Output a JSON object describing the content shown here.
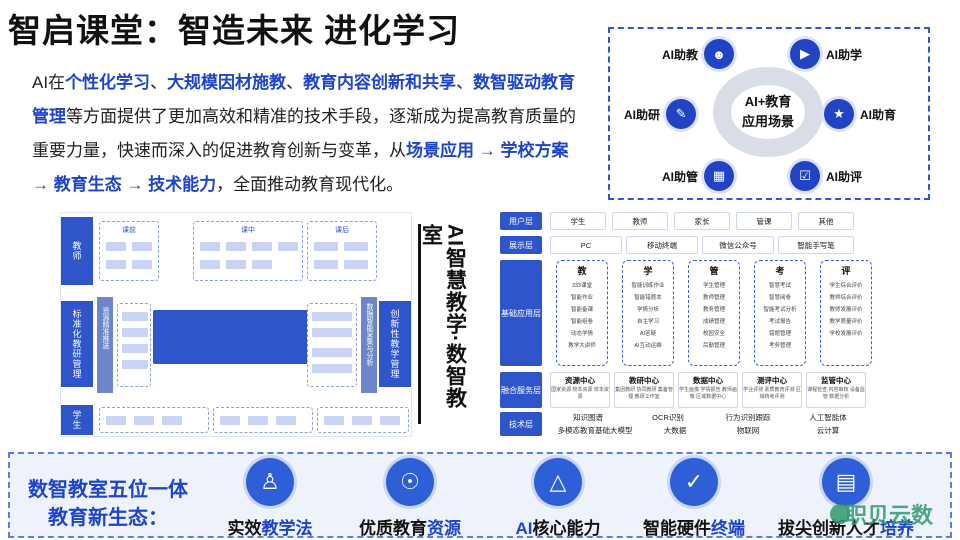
{
  "title": "智启课堂：智造未来 进化学习",
  "intro": {
    "p1": "AI在",
    "h1": "个性化学习",
    "s1": "、",
    "h2": "大规模因材施教",
    "s2": "、",
    "h3": "教育内容创新和共享",
    "s3": "、",
    "h4": "数智驱动教育管理",
    "p2": "等方面提供了更加高效和精准的技术手段，逐渐成为提高教育质量的重要力量，快速而深入的促进教育创新与变革，从",
    "h5": "场景应用 → 学校方案 → 教育生态 → 技术能力",
    "p3": "，全面推动教育现代化。"
  },
  "scene": {
    "center_line1": "AI+教育",
    "center_line2": "应用场景",
    "items": [
      "AI助教",
      "AI助学",
      "AI助研",
      "AI助育",
      "AI助管",
      "AI助评"
    ],
    "icons": [
      "teacher-icon",
      "video-icon",
      "research-icon",
      "medal-icon",
      "board-icon",
      "evaluation-icon"
    ]
  },
  "diagram": {
    "band_teacher": "教师",
    "band_standard": "标准化教研管理",
    "band_student": "学生",
    "tag_pre": "课前",
    "tag_in": "课中",
    "tag_post": "课后",
    "side_left": "资源精准推送",
    "side_right": "数据智能采集与分析",
    "band_right": "创新性教学管理"
  },
  "vertical_title": [
    "AI智慧教学·数智教",
    "室"
  ],
  "arch": {
    "layers": [
      "用户层",
      "展示层",
      "基础应用层",
      "融合服务层",
      "技术层"
    ],
    "users": [
      "学生",
      "教师",
      "家长",
      "管课",
      "其他"
    ],
    "displays": [
      "PC",
      "移动终端",
      "微信公众号",
      "智能手写笔"
    ],
    "cols": [
      {
        "h": "教",
        "items": [
          "333课堂",
          "智能作业",
          "智能备课",
          "智能组卷",
          "动态学情",
          "教学大讲师"
        ]
      },
      {
        "h": "学",
        "items": [
          "智能训练作业",
          "智能错题本",
          "学情分析",
          "自主学习",
          "AI答疑",
          "AI互动运维"
        ]
      },
      {
        "h": "管",
        "items": [
          "学生管理",
          "教师管理",
          "教务管理",
          "成绩管理",
          "校园安全",
          "后勤管理"
        ]
      },
      {
        "h": "考",
        "items": [
          "智慧考试",
          "智慧阅卷",
          "智能考试分析",
          "考试报告",
          "错题管理",
          "考务管理"
        ]
      },
      {
        "h": "评",
        "items": [
          "学生综合评价",
          "教师综合评价",
          "教师发展评价",
          "教学质量评价",
          "学校发展评价",
          ""
        ]
      }
    ],
    "services": [
      {
        "h": "资源中心",
        "b": "国家资源 校本资源 校本资源"
      },
      {
        "h": "教研中心",
        "b": "集团教研 协同教研 集备管理 教研工作室"
      },
      {
        "h": "数据中心",
        "b": "学生画像 学情报告 教师画像 区域数据中心"
      },
      {
        "h": "测评中心",
        "b": "学业评测 素质教育评测 区域统考评测"
      },
      {
        "h": "监管中心",
        "b": "课程检查 内容审核 设备监管 数据分析"
      }
    ],
    "tech_row1": [
      "知识图谱",
      "OCR识别",
      "行为识别跟踪",
      "人工智能体"
    ],
    "tech_row2": [
      "多模态教育基础大模型",
      "大数据",
      "物联网",
      "云计算"
    ]
  },
  "bottom": {
    "eco_line1": "数智教室五位一体",
    "eco_line2": "教育新生态：",
    "items": [
      {
        "a": "实效",
        "b": "教学法",
        "icon": "user-icon"
      },
      {
        "a": "优质教育",
        "b": "资源",
        "icon": "globe-icon"
      },
      {
        "a": "AI",
        "b": "核心能力",
        "icon": "ai-icon"
      },
      {
        "a": "智能硬件",
        "b": "终端",
        "icon": "shield-icon"
      },
      {
        "a": "拔尖创新人才",
        "b": "培养",
        "icon": "certificate-icon"
      }
    ]
  },
  "watermark": "职贝云数"
}
